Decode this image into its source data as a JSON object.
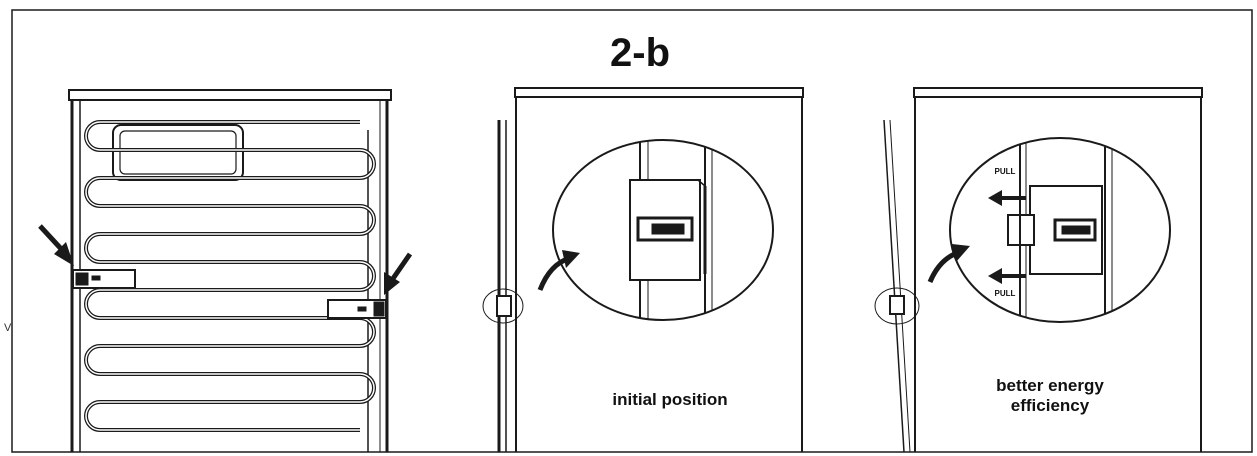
{
  "figure": {
    "title": "2-b",
    "panels": [
      {
        "caption": ""
      },
      {
        "caption": "initial position"
      },
      {
        "caption_line1": "better energy",
        "caption_line2": "efficiency",
        "pull_top": "PULL",
        "pull_bottom": "PULL"
      }
    ],
    "edge_mark": "V"
  },
  "icons": {
    "arrows": [
      "arrow-down-right-icon",
      "arrow-down-left-icon",
      "curved-arrow-icon",
      "pull-arrow-icon"
    ]
  },
  "colors": {
    "line": "#1a1a1a",
    "background": "#ffffff"
  }
}
